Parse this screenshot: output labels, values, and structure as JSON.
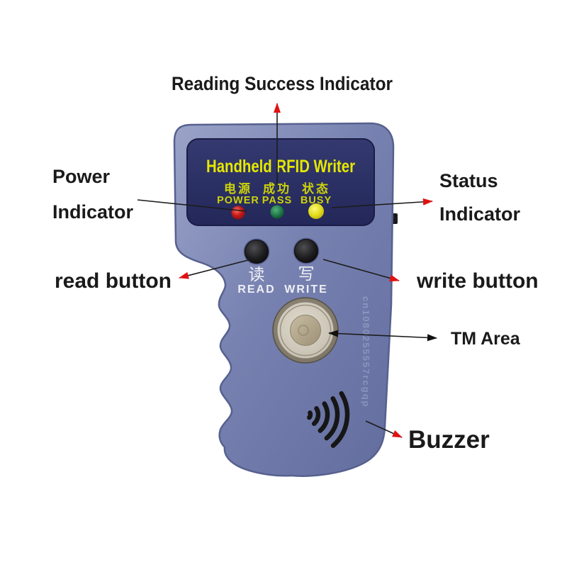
{
  "page": {
    "background": "#ffffff"
  },
  "device": {
    "title": "Handheld RFID Writer",
    "title_color": "#e6e800",
    "body_color": "#7882b1",
    "panel_color": "#282c5c",
    "leds": [
      {
        "label_cn": "电源",
        "label_en": "POWER",
        "color": "#c01818"
      },
      {
        "label_cn": "成功",
        "label_en": "PASS",
        "color": "#1e7747"
      },
      {
        "label_cn": "状态",
        "label_en": "BUSY",
        "color": "#e0da18"
      }
    ],
    "buttons": [
      {
        "label_cn": "读",
        "label_en": "READ"
      },
      {
        "label_cn": "写",
        "label_en": "WRITE"
      }
    ],
    "watermark": "cn1080255557rcgqp"
  },
  "annotations": {
    "reading_success": "Reading Success Indicator",
    "power_line1": "Power",
    "power_line2": "Indicator",
    "status_line1": "Status",
    "status_line2": "Indicator",
    "read_button": "read button",
    "write_button": "write button",
    "tm_area": "TM Area",
    "buzzer": "Buzzer",
    "arrow_red": "#e01212",
    "arrow_black": "#111111"
  }
}
